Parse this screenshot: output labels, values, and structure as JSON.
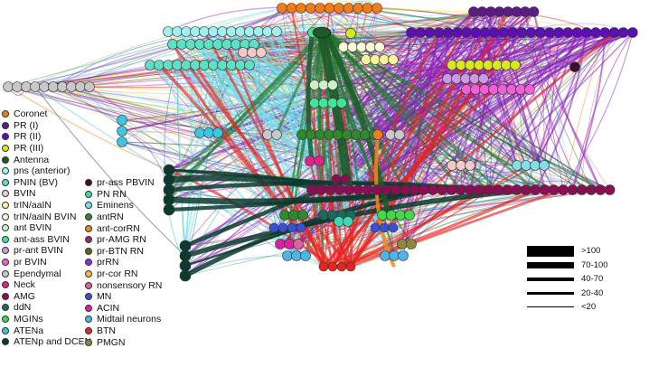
{
  "legend_left": [
    {
      "label": "Coronet",
      "color": "#f07d17"
    },
    {
      "label": "PR (I)",
      "color": "#5c1a86"
    },
    {
      "label": "PR (II)",
      "color": "#5b0fb4"
    },
    {
      "label": "PR (III)",
      "color": "#d8e81c"
    },
    {
      "label": "Antenna",
      "color": "#1c5a2a"
    },
    {
      "label": "pns (anterior)",
      "color": "#9ff0ee"
    },
    {
      "label": "PNIN (BV)",
      "color": "#5fe0c4"
    },
    {
      "label": "BVIN",
      "color": "#f5c9c9"
    },
    {
      "label": "trIN/aaIN",
      "color": "#fbf59c"
    },
    {
      "label": "trIN/aaIN BVIN",
      "color": "#f7f8d6"
    },
    {
      "label": "ant BVIN",
      "color": "#c9f2c4"
    },
    {
      "label": "ant-ass BVIN",
      "color": "#3ee59a"
    },
    {
      "label": "pr-ant BVIN",
      "color": "#c89be3"
    },
    {
      "label": "pr BVIN",
      "color": "#f35ed8"
    },
    {
      "label": "Ependymal",
      "color": "#c8c8c8"
    },
    {
      "label": "Neck",
      "color": "#e0238a"
    },
    {
      "label": "AMG",
      "color": "#8a0f52"
    },
    {
      "label": "ddN",
      "color": "#1a6b5e"
    },
    {
      "label": "MGINs",
      "color": "#43d84a"
    },
    {
      "label": "ATENa",
      "color": "#3bc7dd"
    },
    {
      "label": "ATENp and DCEN",
      "color": "#0c3a2e"
    }
  ],
  "legend_mid": [
    {
      "label": "pr-ass PBVIN",
      "color": "#3a1030"
    },
    {
      "label": "PN RN",
      "color": "#3fd8b2"
    },
    {
      "label": "Eminens",
      "color": "#7fe0ea"
    },
    {
      "label": "antRN",
      "color": "#2e8a2a"
    },
    {
      "label": "ant-corRN",
      "color": "#e88a10"
    },
    {
      "label": "pr-AMG RN",
      "color": "#9a2a6e"
    },
    {
      "label": "pr-BTN RN",
      "color": "#5a6a14"
    },
    {
      "label": "prRN",
      "color": "#8a2be2"
    },
    {
      "label": "pr-cor RN",
      "color": "#f5b84a"
    },
    {
      "label": "nonsensory RN",
      "color": "#e0609a"
    },
    {
      "label": "MN",
      "color": "#3a4fd8"
    },
    {
      "label": "ACIN",
      "color": "#e01ea0"
    },
    {
      "label": "Midtail neurons",
      "color": "#4ab6ec"
    },
    {
      "label": "BTN",
      "color": "#e8241e"
    },
    {
      "label": "PMGN",
      "color": "#8a8a3a"
    }
  ],
  "weight_legend": [
    {
      "label": ">100",
      "weight": 12
    },
    {
      "label": "70-100",
      "weight": 7
    },
    {
      "label": "40-70",
      "weight": 4
    },
    {
      "label": "20-40",
      "weight": 2.5
    },
    {
      "label": "<20",
      "weight": 1
    }
  ]
}
